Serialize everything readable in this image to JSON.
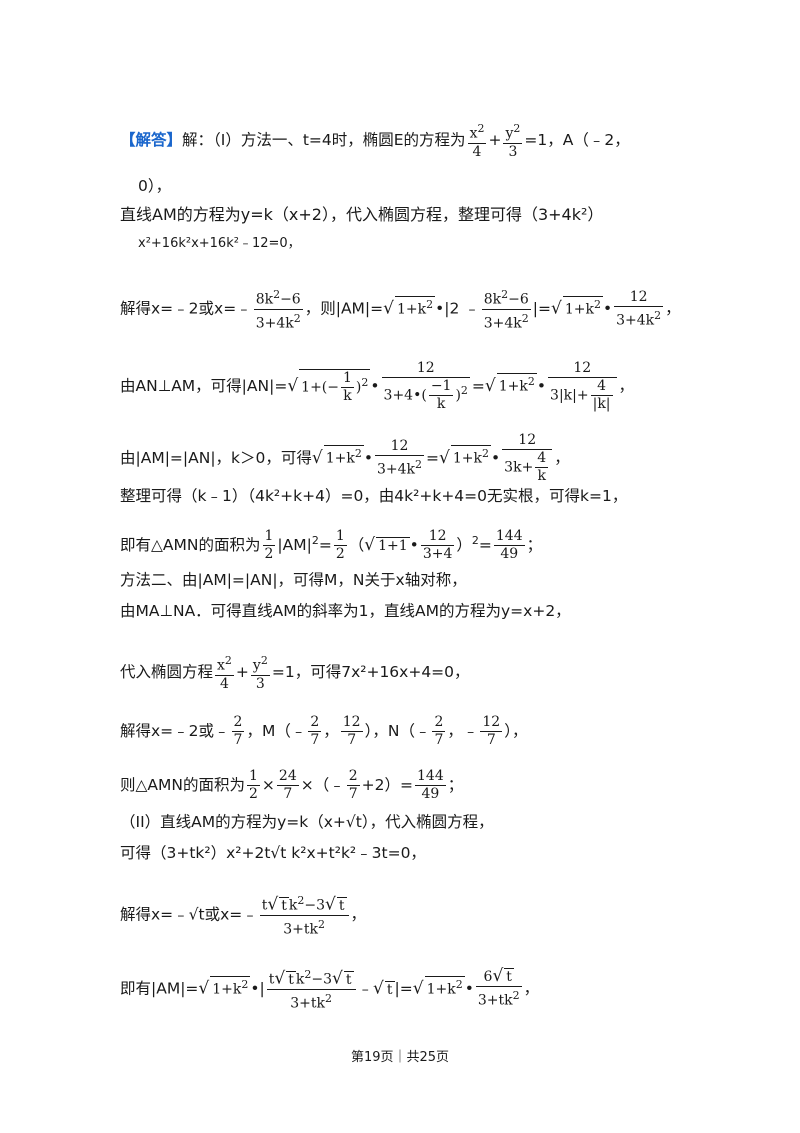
{
  "lines": [
    [
      "【解答】",
      "解：（I）方法一、t=4时，椭圆E的方程为",
      "x²/4+y²/3=1",
      "，A（﹣2，"
    ],
    [
      "0），"
    ],
    [
      "直线AM的方程为y=k（x+2），代入椭圆方程，整理可得（3+4k²）"
    ],
    [
      "x²+16k²x+16k²﹣12=0，"
    ],
    [
      "解得x=﹣2或x=﹣",
      "(8k²−6)/(3+4k²)",
      "，则|AM|=",
      "√(1+k²)•|2﹣(8k²−6)/(3+4k²)|=√(1+k²)•12/(3+4k²)",
      "，"
    ],
    [
      "由AN⊥AM，可得|AN|=",
      "√(1+(−1/k)²)•12/(3+4•(−1/k)²)=√(1+k²)•12/(3|k|+4/|k|)",
      "，"
    ],
    [
      "由|AM|=|AN|，k＞0，可得",
      "√(1+k²)•12/(3+4k²)=√(1+k²)•12/(3k+4/k)",
      "，"
    ],
    [
      "整理可得（k﹣1）（4k²+k+4）=0，由4k²+k+4=0无实根，可得k=1，"
    ],
    [
      "即有△AMN的面积为",
      "1/2|AM|²=1/2（√(1+1)•12/(3+4)）²=144/49",
      "；"
    ],
    [
      "方法二、由|AM|=|AN|，可得M，N关于x轴对称，"
    ],
    [
      "由MA⊥NA．可得直线AM的斜率为1，直线AM的方程为y=x+2，"
    ],
    [
      "代入椭圆方程",
      "x²/4+y²/3=1",
      "，可得7x²+16x+4=0，"
    ],
    [
      "解得x=﹣2或﹣",
      "2/7，M（﹣2/7，12/7），N（﹣2/7，﹣12/7）",
      "，"
    ],
    [
      "则△AMN的面积为",
      "1/2×24/7×（﹣2/7+2）=144/49",
      "；"
    ],
    [
      "（II）直线AM的方程为y=k（x+√t），代入椭圆方程，"
    ],
    [
      "可得（3+tk²）x²+2t√t k²x+t²k²﹣3t=0，"
    ],
    [
      "解得x=﹣√t或x=﹣",
      "(t√t k²−3√t)/(3+tk²)",
      "，"
    ],
    [
      "即有|AM|=",
      "√(1+k²)•|(t√t k²−3√t)/(3+tk²)﹣√t|=√(1+k²)•6√t/(3+tk²)",
      "，"
    ]
  ],
  "footer": "第19页｜共25页"
}
